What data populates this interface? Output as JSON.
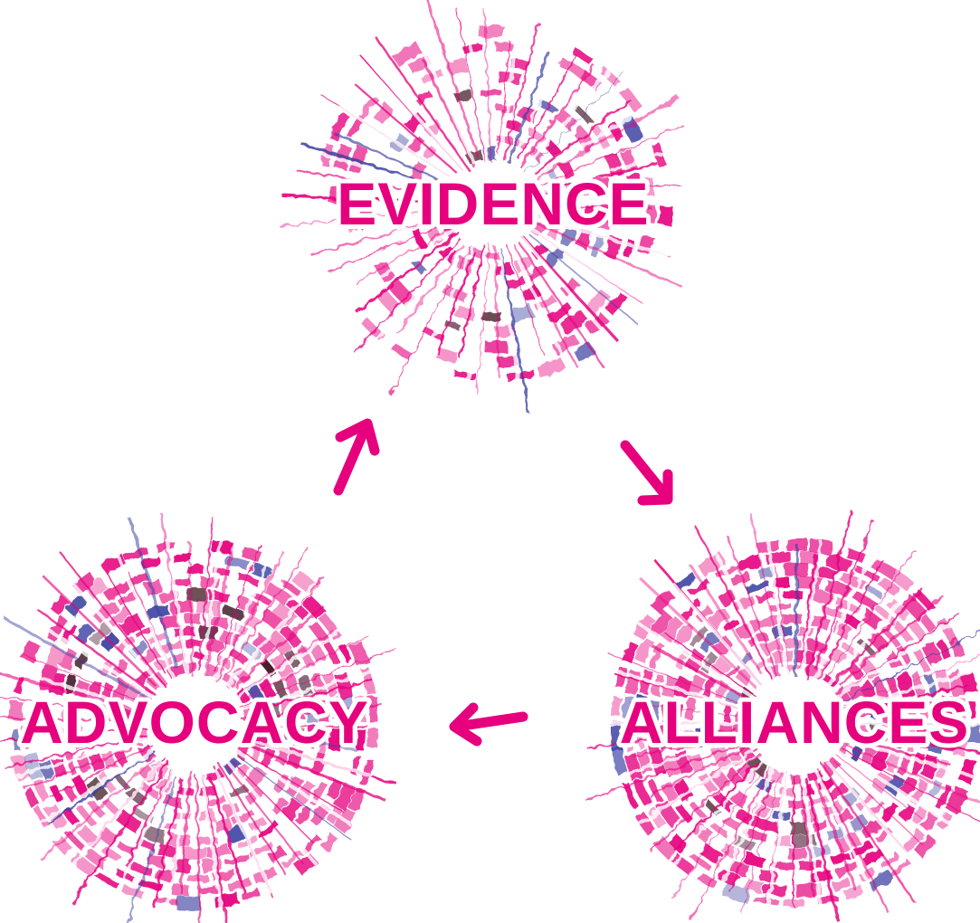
{
  "diagram": {
    "accent_color": "#e6007e",
    "secondary_color": "#3a3fa0",
    "dark_color": "#3a0a1e",
    "nodes": [
      {
        "id": "evidence",
        "label": "EVIDENCE",
        "graphic": "radial-burst"
      },
      {
        "id": "alliances",
        "label": "ALLIANCES",
        "graphic": "radial-burst"
      },
      {
        "id": "advocacy",
        "label": "ADVOCACY",
        "graphic": "radial-burst"
      }
    ],
    "edges": [
      {
        "from": "evidence",
        "to": "alliances",
        "icon": "arrow-icon"
      },
      {
        "from": "alliances",
        "to": "advocacy",
        "icon": "arrow-icon"
      },
      {
        "from": "advocacy",
        "to": "evidence",
        "icon": "arrow-icon"
      }
    ]
  }
}
